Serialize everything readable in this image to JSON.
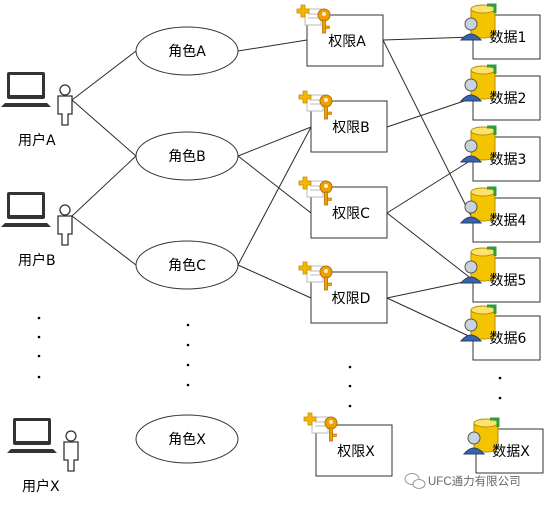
{
  "users": [
    {
      "label": "用户A",
      "icon": "user-computer-icon"
    },
    {
      "label": "用户B",
      "icon": "user-computer-icon"
    },
    {
      "label": "用户X",
      "icon": "user-computer-icon"
    }
  ],
  "roles": [
    {
      "label": "角色A"
    },
    {
      "label": "角色B"
    },
    {
      "label": "角色C"
    },
    {
      "label": "角色X"
    }
  ],
  "permissions": [
    {
      "label": "权限A",
      "icon": "permission-key-icon"
    },
    {
      "label": "权限B",
      "icon": "permission-key-icon"
    },
    {
      "label": "权限C",
      "icon": "permission-key-icon"
    },
    {
      "label": "权限D",
      "icon": "permission-key-icon"
    },
    {
      "label": "权限X",
      "icon": "permission-key-icon"
    }
  ],
  "data_items": [
    {
      "label": "数据1",
      "icon": "database-user-icon"
    },
    {
      "label": "数据2",
      "icon": "database-user-icon"
    },
    {
      "label": "数据3",
      "icon": "database-user-icon"
    },
    {
      "label": "数据4",
      "icon": "database-user-icon"
    },
    {
      "label": "数据5",
      "icon": "database-user-icon"
    },
    {
      "label": "数据6",
      "icon": "database-user-icon"
    },
    {
      "label": "数据X",
      "icon": "database-user-icon"
    }
  ],
  "user_role_links": [
    [
      0,
      0
    ],
    [
      0,
      1
    ],
    [
      1,
      1
    ],
    [
      1,
      2
    ]
  ],
  "role_permission_links": [
    [
      0,
      0
    ],
    [
      1,
      1
    ],
    [
      1,
      2
    ],
    [
      2,
      1
    ],
    [
      2,
      3
    ]
  ],
  "permission_data_links": [
    [
      0,
      0
    ],
    [
      0,
      3
    ],
    [
      1,
      1
    ],
    [
      2,
      2
    ],
    [
      2,
      4
    ],
    [
      3,
      4
    ],
    [
      3,
      5
    ]
  ],
  "watermark": {
    "text": "UFC通力有限公司",
    "icon": "wechat-icon"
  },
  "colors": {
    "line": "#2b2b2b",
    "db_yellow": "#f5c400",
    "key_orange": "#f0a000",
    "plus": "#f5b800"
  }
}
